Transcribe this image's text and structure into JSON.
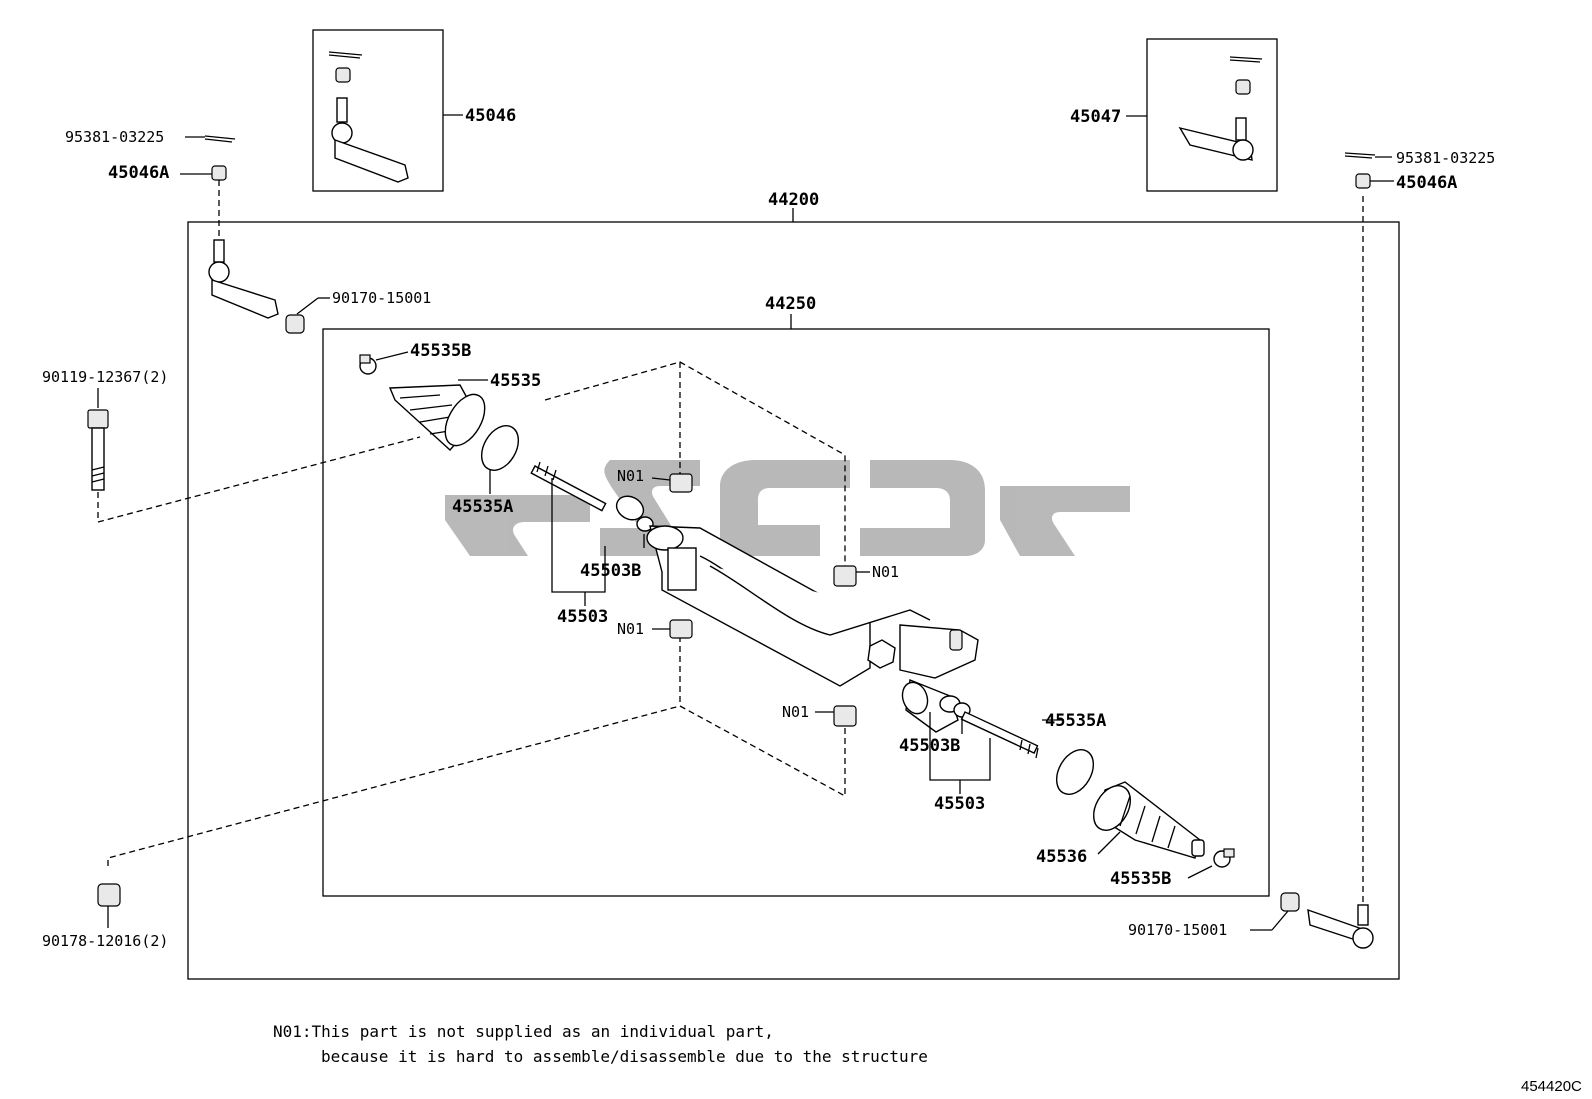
{
  "labels": {
    "p45046": "45046",
    "p45047": "45047",
    "p95381_left": "95381-03225",
    "p95381_right": "95381-03225",
    "p45046A_left": "45046A",
    "p45046A_right": "45046A",
    "p44200": "44200",
    "p44250": "44250",
    "p90170_left": "90170-15001",
    "p90170_right": "90170-15001",
    "p90119": "90119-12367(2)",
    "p90178": "90178-12016(2)",
    "p45535B_top": "45535B",
    "p45535": "45535",
    "p45535A_left": "45535A",
    "p45503B_left": "45503B",
    "p45503_left": "45503",
    "n01_a": "N01",
    "n01_b": "N01",
    "n01_c": "N01",
    "n01_d": "N01",
    "p45535A_right": "45535A",
    "p45503B_right": "45503B",
    "p45503_right": "45503",
    "p45536": "45536",
    "p45535B_bottom": "45535B"
  },
  "note": {
    "line1": "N01:This part is not supplied as an individual part,",
    "line2": "because it is hard to assemble/disassemble due to the structure"
  },
  "figure_code": "454420C",
  "colors": {
    "line": "#000000",
    "watermark": "#b5b5b5",
    "background": "#ffffff"
  }
}
